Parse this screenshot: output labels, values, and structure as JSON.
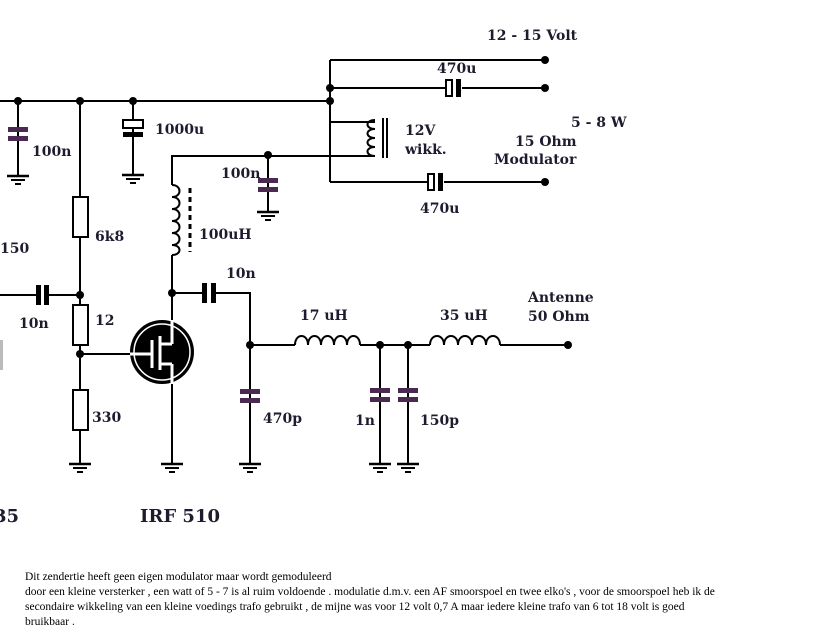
{
  "labels": {
    "supply": "12 - 15 Volt",
    "c_470u_top": "470u",
    "trafo_line1": "12V",
    "trafo_line2": "wikk.",
    "power": "5 - 8 W",
    "mod_line1": "15 Ohm",
    "mod_line2": "Modulator",
    "c_470u_bottom": "470u",
    "c_100n_left": "100n",
    "c_1000u": "1000u",
    "c_100n_right": "100n",
    "l_100uh": "100uH",
    "r_6k8": "6k8",
    "r_150": "150",
    "c_10n_input": "10n",
    "r_12": "12",
    "r_330": "330",
    "c_10n_output": "10n",
    "l_17uh": "17 uH",
    "l_35uh": "35 uH",
    "antenna_line1": "Antenne",
    "antenna_line2": "50 Ohm",
    "c_470p": "470p",
    "c_1n": "1n",
    "c_150p": "150p",
    "left_partial": "35",
    "transistor": "IRF 510"
  },
  "notes": [
    "Dit zendertie heeft geen eigen modulator maar wordt gemoduleerd",
    "door een kleine versterker , een watt of 5 - 7 is al ruim voldoende . modulatie d.m.v. een AF smoorspoel en twee elko's , voor de smoorspoel heb ik de",
    "secondaire wikkeling van een kleine voedings trafo gebruikt , de mijne was voor 12 volt 0,7 A maar iedere kleine trafo van 6 tot 18 volt is goed",
    "bruikbaar ."
  ],
  "colors": {
    "capacitor": "#4a2a50",
    "text": "#1c1c2e"
  }
}
